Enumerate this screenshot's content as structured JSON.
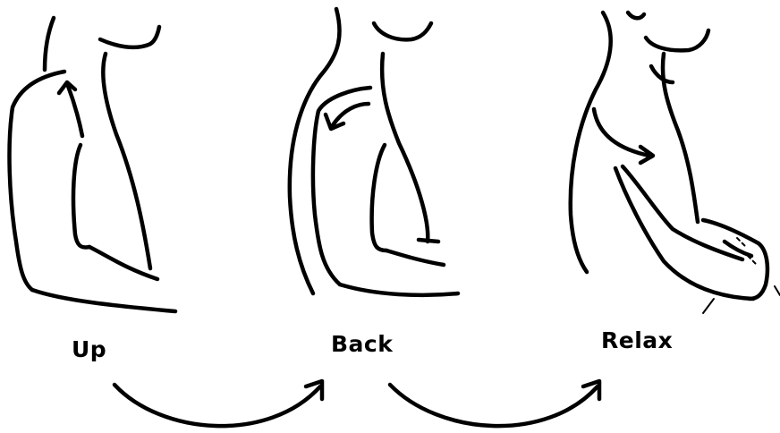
{
  "steps": [
    {
      "label": "Up",
      "icon": "shoulder-up-arrow-icon"
    },
    {
      "label": "Back",
      "icon": "shoulder-back-arrow-icon"
    },
    {
      "label": "Relax",
      "icon": "shoulder-relax-arrow-icon"
    }
  ],
  "connectors": [
    "curved-arrow-icon",
    "curved-arrow-icon"
  ],
  "ink_color": "#000000",
  "background": "#ffffff"
}
